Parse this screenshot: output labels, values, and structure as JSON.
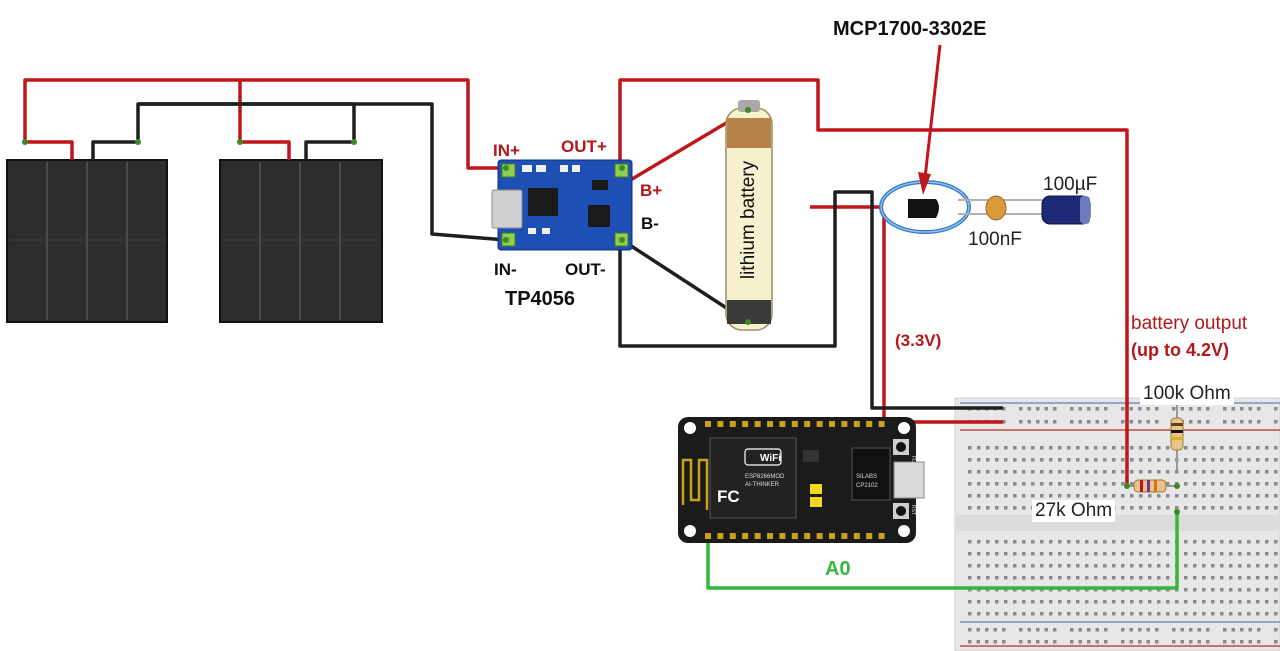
{
  "labels": {
    "regulator": "MCP1700-3302E",
    "in_plus": "IN+",
    "in_minus": "IN-",
    "out_plus": "OUT+",
    "out_minus": "OUT-",
    "b_plus": "B+",
    "b_minus": "B-",
    "charger": "TP4056",
    "battery": "lithium battery",
    "cap_large": "100µF",
    "cap_small": "100nF",
    "v33": "(3.3V)",
    "batt_out_1": "battery output",
    "batt_out_2": "(up to 4.2V)",
    "r_100k": "100k Ohm",
    "r_27k": "27k Ohm",
    "a0": "A0"
  },
  "module_text": {
    "wifi": "WiFi",
    "esp_model": "ESP8266MOD",
    "esp_vendor": "AI-THINKER",
    "fc": "FC",
    "silabs": "SILABS",
    "cp": "CP2102",
    "flash": "FLASH",
    "rst": "RST"
  },
  "colors": {
    "wire_red": "#c0151a",
    "wire_black": "#1e1e1e",
    "wire_green": "#36b63c",
    "wire_blue": "#2f78c8",
    "label_red": "#b3171b",
    "panel": "#2b2b2b",
    "tp_board": "#1d4fb5",
    "node_board": "#1b1b1b",
    "breadboard": "#e9e9e9"
  }
}
